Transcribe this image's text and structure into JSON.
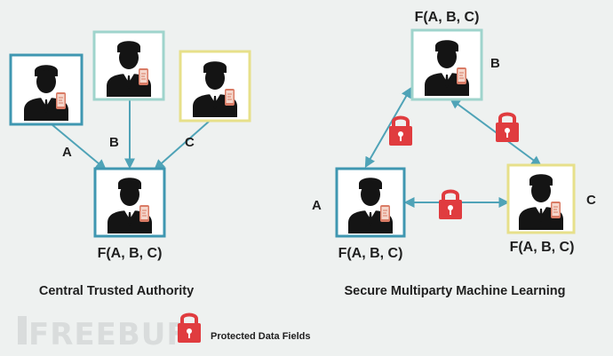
{
  "colors": {
    "background": "#eef1f0",
    "arrow": "#4fa3b7",
    "frame_blue": "#3f97b1",
    "frame_teal": "#9fd4cc",
    "frame_yellow": "#e7e08a",
    "lock_red": "#e03c3f",
    "person": "#141414",
    "phone": "#d97b65",
    "text": "#1f1f1f",
    "watermark": "#d9dcdc"
  },
  "icons": {
    "person": "person-with-phone-icon",
    "lock": "padlock-icon"
  },
  "central": {
    "caption": "Central Trusted Authority",
    "edge_a": "A",
    "edge_b": "B",
    "edge_c": "C",
    "result": "F(A, B, C)"
  },
  "multiparty": {
    "caption": "Secure Multiparty Machine Learning",
    "node_a_label": "A",
    "node_b_label": "B",
    "node_c_label": "C",
    "result_top": "F(A, B, C)",
    "result_left": "F(A, B, C)",
    "result_right": "F(A, B, C)"
  },
  "legend": {
    "label": "Protected Data Fields"
  },
  "watermark": {
    "text": "FREEBUF"
  }
}
